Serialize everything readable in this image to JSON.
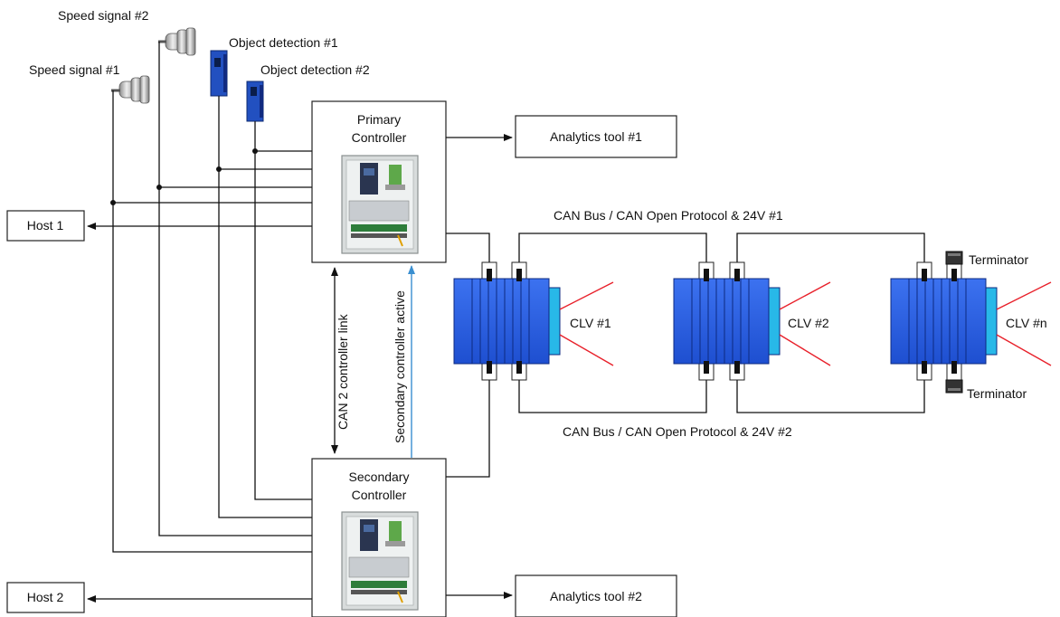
{
  "sensors": {
    "speed_signal_1": "Speed signal #1",
    "speed_signal_2": "Speed signal #2",
    "object_detection_1": "Object detection #1",
    "object_detection_2": "Object detection #2"
  },
  "controllers": {
    "primary": [
      "Primary",
      "Controller"
    ],
    "secondary": [
      "Secondary",
      "Controller"
    ]
  },
  "hosts": {
    "host_1": "Host 1",
    "host_2": "Host 2"
  },
  "analytics": {
    "tool_1": "Analytics tool #1",
    "tool_2": "Analytics tool #2"
  },
  "links": {
    "can2": "CAN 2 controller link",
    "secondary_active": "Secondary controller active",
    "bus_1": "CAN Bus / CAN Open Protocol & 24V #1",
    "bus_2": "CAN Bus / CAN Open Protocol & 24V #2"
  },
  "clv": {
    "clv_1": "CLV #1",
    "clv_2": "CLV #2",
    "clv_n": "CLV #n"
  },
  "terminators": {
    "top": "Terminator",
    "bottom": "Terminator"
  },
  "colors": {
    "scanner_blue": "#2a5fe6",
    "scanner_window": "#28b8e8",
    "laser_red": "#e8202a",
    "secondary_active_arrow": "#3a8fd0"
  }
}
